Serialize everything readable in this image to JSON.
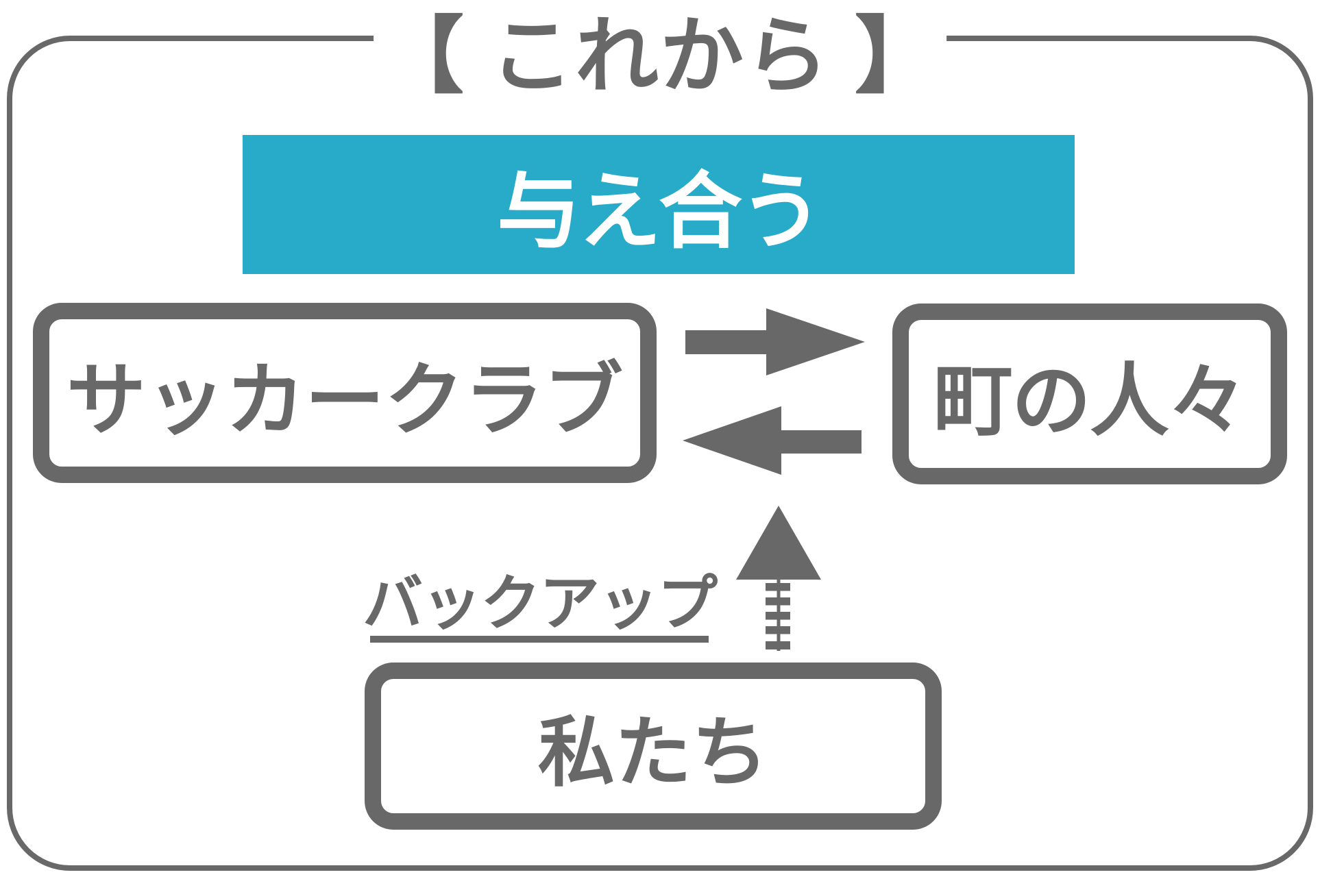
{
  "title": {
    "label": "【 これから 】"
  },
  "banner": {
    "label": "与え合う"
  },
  "boxes": {
    "soccer_club": {
      "label": "サッカークラブ"
    },
    "town_people": {
      "label": "町の人々"
    },
    "us": {
      "label": "私たち"
    }
  },
  "backup": {
    "label": "バックアップ"
  },
  "arrows": [
    {
      "id": "give-arrow",
      "direction": "right",
      "style": "solid"
    },
    {
      "id": "receive-arrow",
      "direction": "left",
      "style": "solid"
    },
    {
      "id": "backup-arrow",
      "direction": "up",
      "style": "dashed-tail"
    }
  ],
  "colors": {
    "gray": "#686868",
    "teal": "#28abc8",
    "white": "#ffffff",
    "background": "#ffffff"
  }
}
